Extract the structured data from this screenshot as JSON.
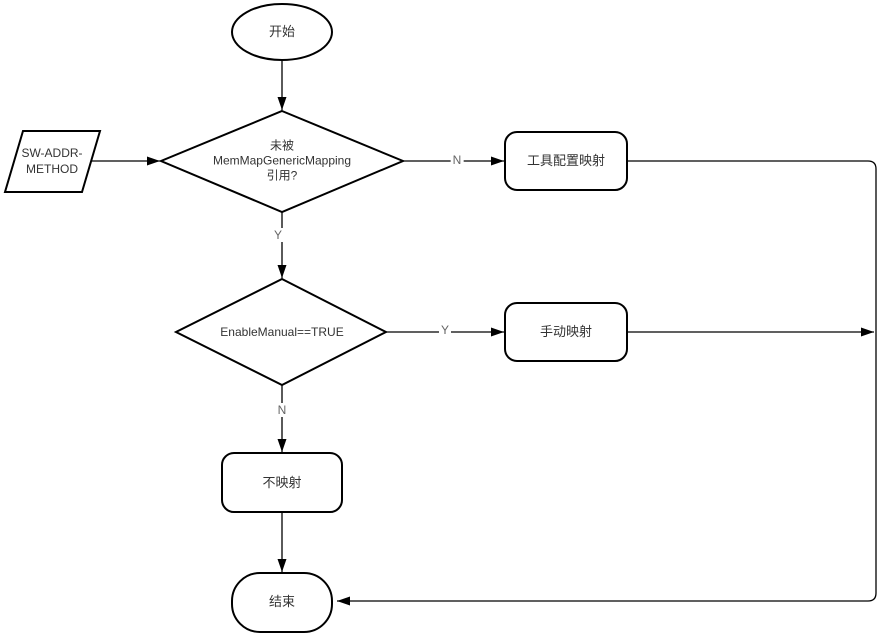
{
  "nodes": {
    "start": {
      "label": "开始"
    },
    "sw_addr_method": {
      "lines": [
        "SW-ADDR-",
        "METHOD"
      ]
    },
    "decision_memmap": {
      "lines": [
        "未被",
        "MemMapGenericMapping",
        "引用?"
      ]
    },
    "tool_config_mapping": {
      "label": "工具配置映射"
    },
    "decision_enable_manual": {
      "label": "EnableManual==TRUE"
    },
    "manual_mapping": {
      "label": "手动映射"
    },
    "no_mapping": {
      "label": "不映射"
    },
    "end": {
      "label": "结束"
    }
  },
  "edge_labels": {
    "memmap_no": "N",
    "memmap_yes": "Y",
    "enable_manual_yes": "Y",
    "enable_manual_no": "N"
  },
  "colors": {
    "shape_stroke": "#000000",
    "shape_fill": "#ffffff",
    "node_text": "#333333",
    "edge_label_text": "#666666",
    "background": "#ffffff"
  }
}
